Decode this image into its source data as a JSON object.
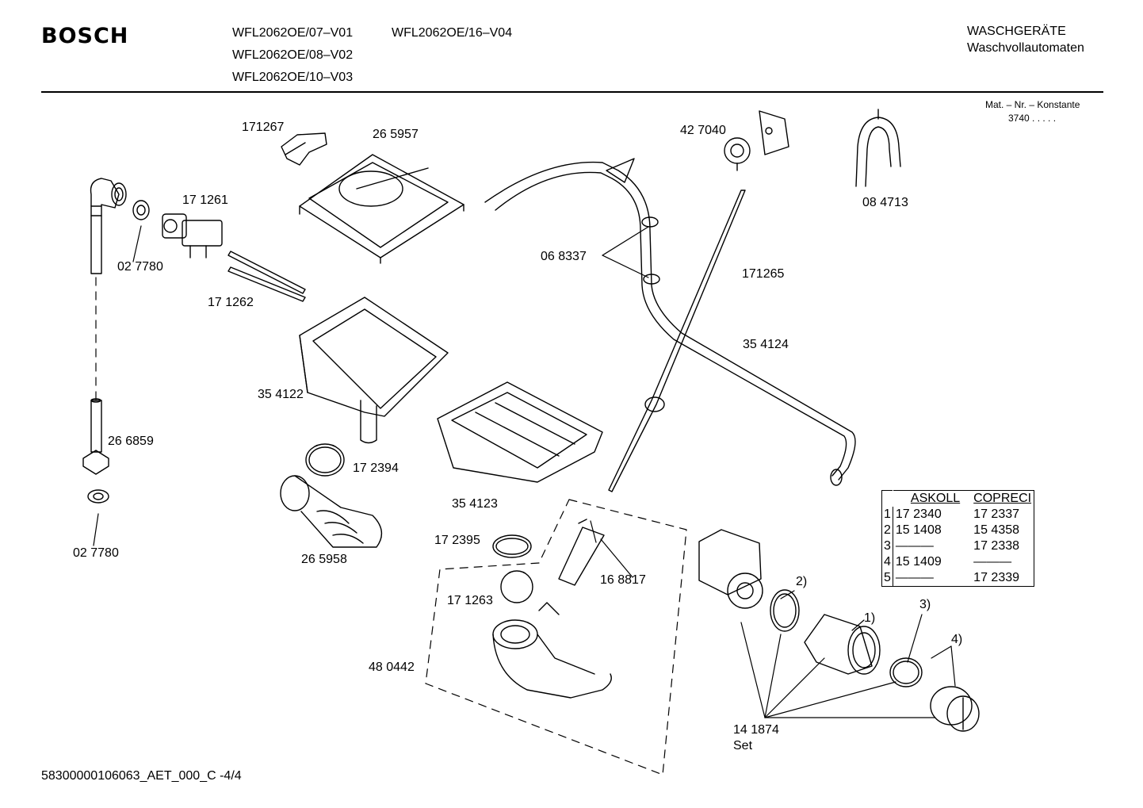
{
  "header": {
    "brand": "BOSCH",
    "models": [
      "WFL2062OE/07–V01",
      "WFL2062OE/16–V04",
      "WFL2062OE/08–V02",
      "WFL2062OE/10–V03"
    ],
    "category_line1": "WASCHGERÄTE",
    "category_line2": "Waschvollautomaten",
    "mat_nr_label": "Mat. – Nr. – Konstante",
    "mat_nr_value": "3740  .   .   .   .   ."
  },
  "parts": {
    "p171267": "171267",
    "p265957": "26 5957",
    "p427040": "42 7040",
    "p084713": "08 4713",
    "p171261": "17 1261",
    "p027780a": "02 7780",
    "p171262": "17 1262",
    "p068337": "06 8337",
    "p171265": "171265",
    "p354124": "35 4124",
    "p354122": "35 4122",
    "p266859": "26 6859",
    "p172394": "17 2394",
    "p354123": "35 4123",
    "p027780b": "02 7780",
    "p265958": "26 5958",
    "p172395": "17 2395",
    "p168817": "16 8817",
    "p171263": "17 1263",
    "p480442": "48 0442",
    "p141874": "14 1874",
    "set": "Set",
    "ref1": "1)",
    "ref2": "2)",
    "ref3": "3)",
    "ref4": "4)"
  },
  "variant_table": {
    "headers": [
      "",
      "ASKOLL",
      "COPRECI"
    ],
    "rows": [
      [
        "1",
        "17 2340",
        "17 2337"
      ],
      [
        "2",
        "15 1408",
        "15 4358"
      ],
      [
        "3",
        "———",
        "17 2338"
      ],
      [
        "4",
        "15 1409",
        "———"
      ],
      [
        "5",
        "———",
        "17 2339"
      ]
    ]
  },
  "footer": {
    "doc_id": "58300000106063_AET_000_C  -4/4"
  }
}
